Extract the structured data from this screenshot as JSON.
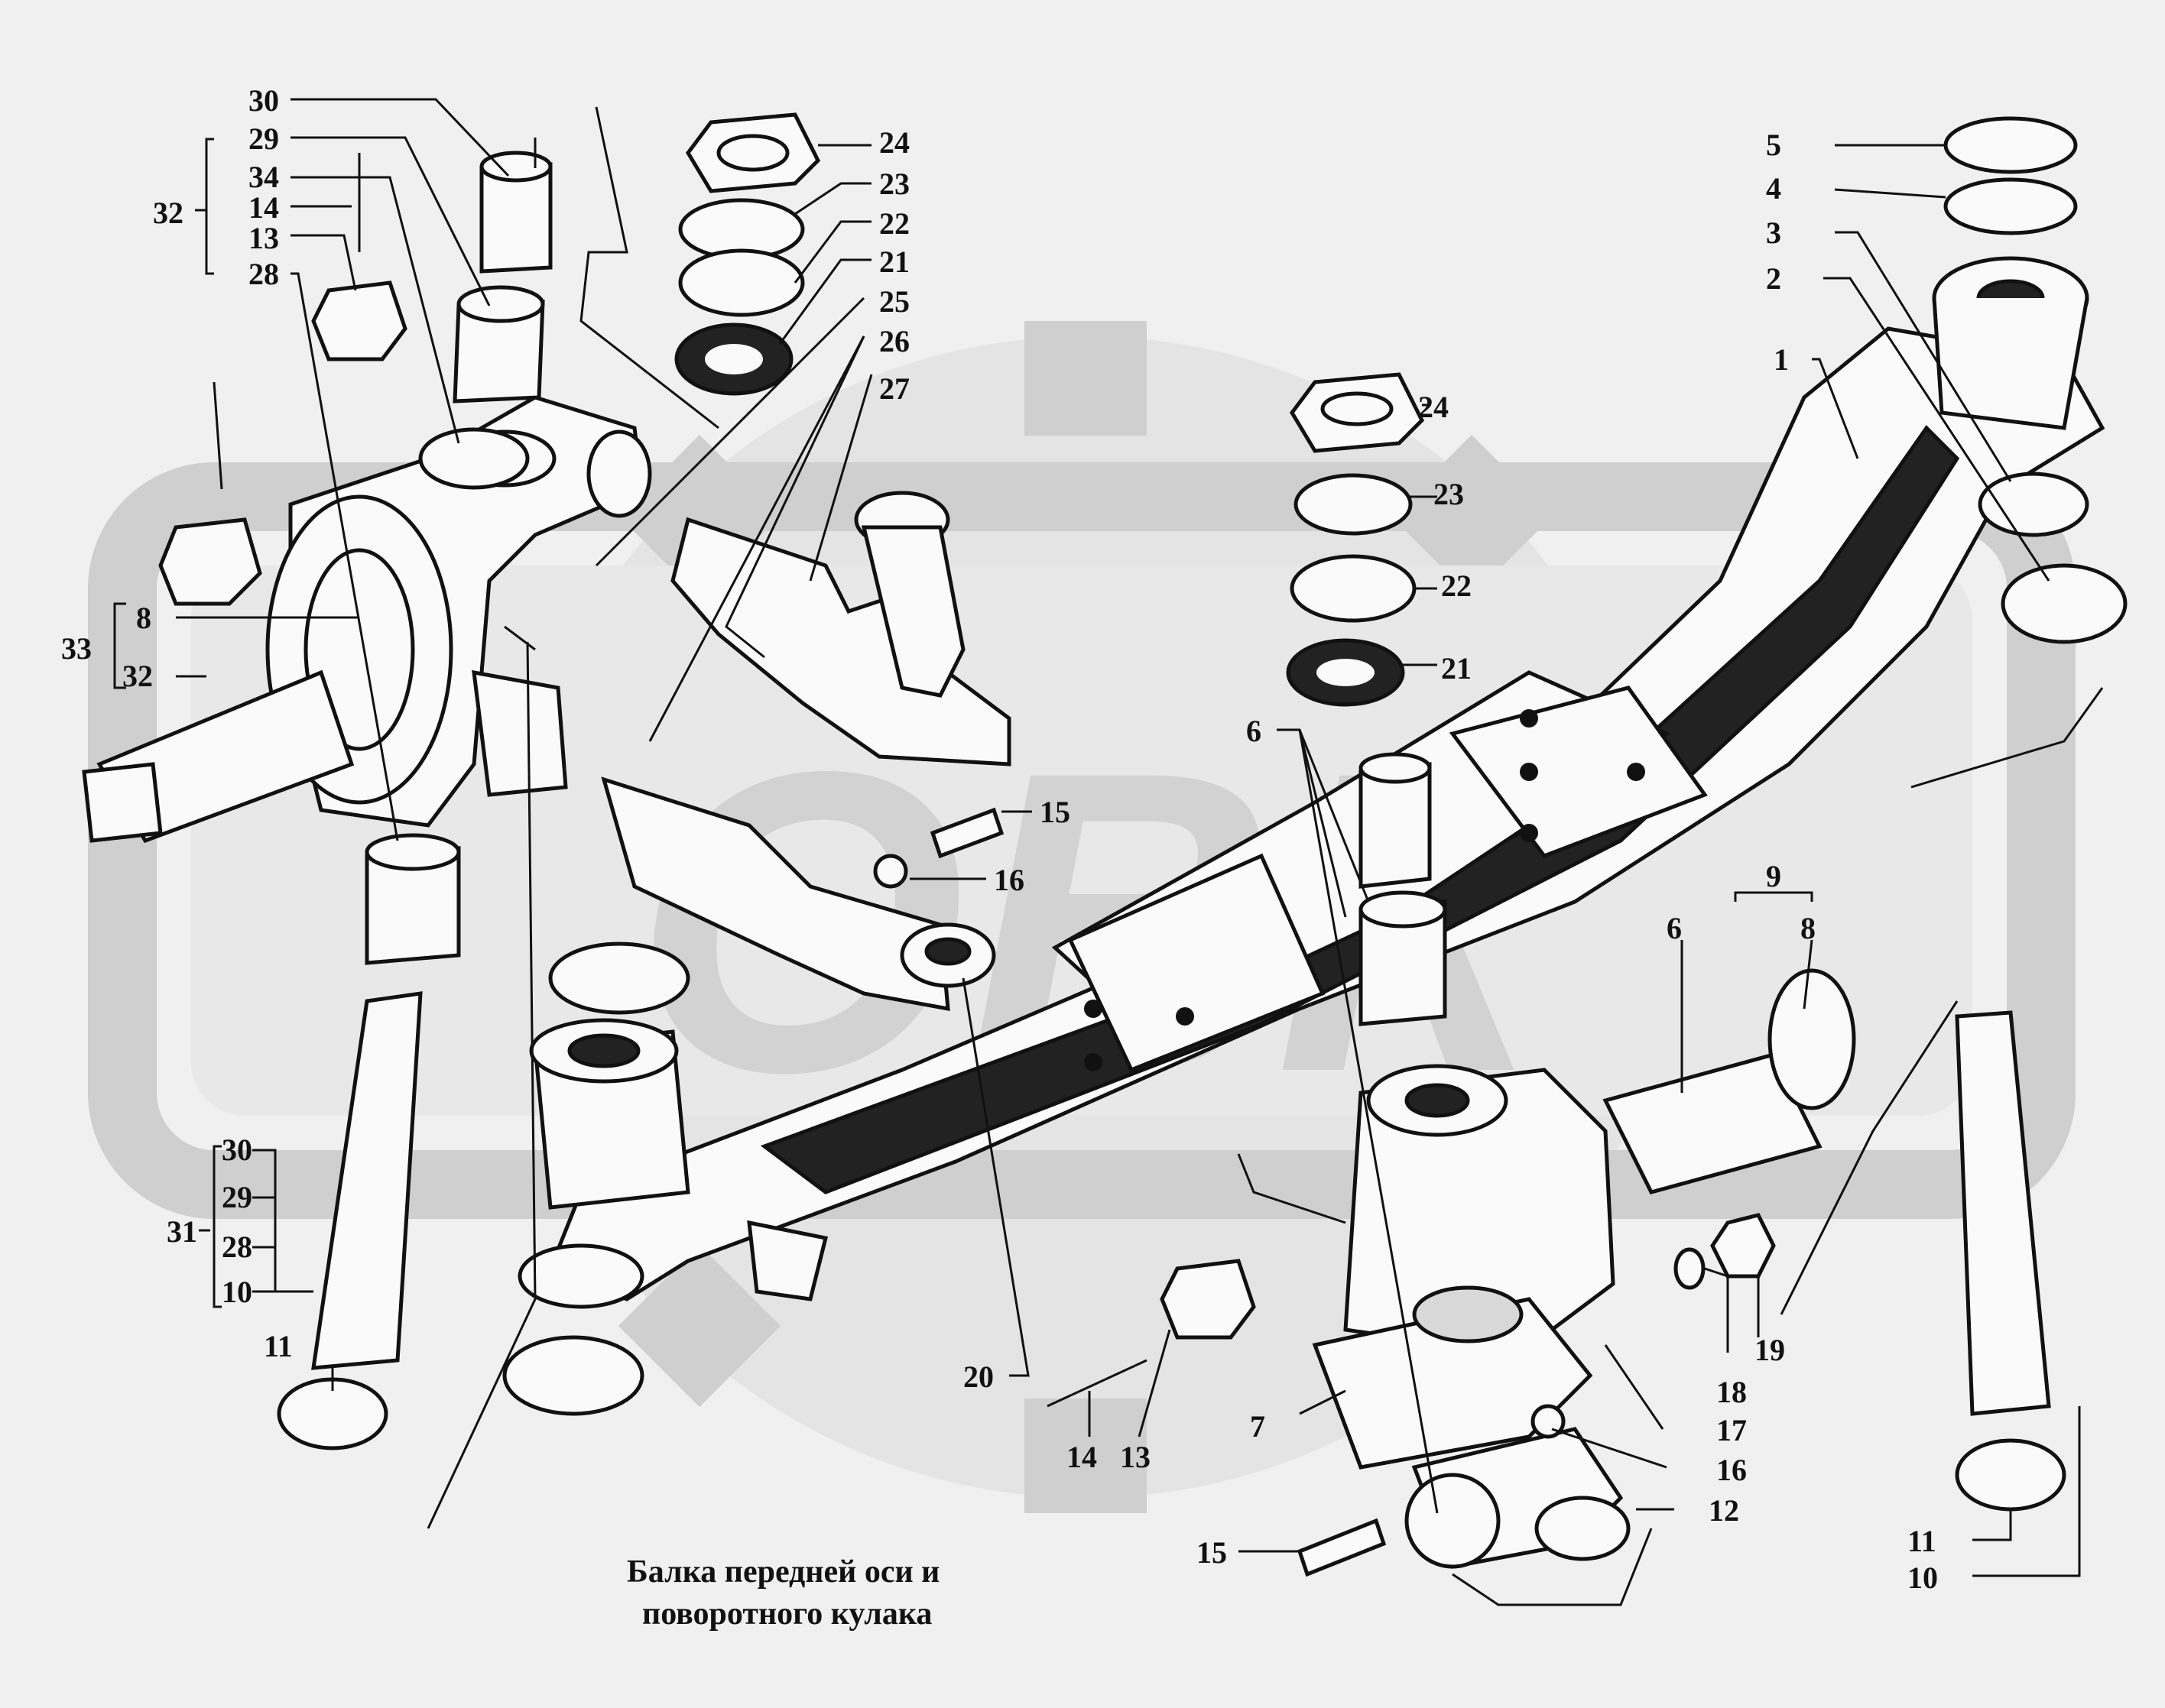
{
  "caption": {
    "line1": "Балка передней оси и",
    "line2": "поворотного кулака"
  },
  "watermark": {
    "text": "ОВК",
    "color": "#cfcfcf"
  },
  "colors": {
    "ink": "#111111",
    "background": "#f0f0f0"
  },
  "callouts": {
    "c30a": "30",
    "c29a": "29",
    "c34": "34",
    "c14a": "14",
    "c13a": "13",
    "c28a": "28",
    "c32g": "32",
    "c24a": "24",
    "c23a": "23",
    "c22a": "22",
    "c21a": "21",
    "c25": "25",
    "c26": "26",
    "c27": "27",
    "c33": "33",
    "c8a": "8",
    "c32b": "32",
    "c5": "5",
    "c4": "4",
    "c3": "3",
    "c2": "2",
    "c1": "1",
    "c24b": "24",
    "c23b": "23",
    "c22b": "22",
    "c21b": "21",
    "c6a": "6",
    "c15a": "15",
    "c16a": "16",
    "c9": "9",
    "c6b": "6",
    "c8b": "8",
    "c30b": "30",
    "c29b": "29",
    "c28b": "28",
    "c31": "31",
    "c10a": "10",
    "c11a": "11",
    "c20": "20",
    "c14b": "14",
    "c13b": "13",
    "c7": "7",
    "c18": "18",
    "c19": "19",
    "c17": "17",
    "c16b": "16",
    "c12": "12",
    "c15b": "15",
    "c11b": "11",
    "c10b": "10"
  }
}
